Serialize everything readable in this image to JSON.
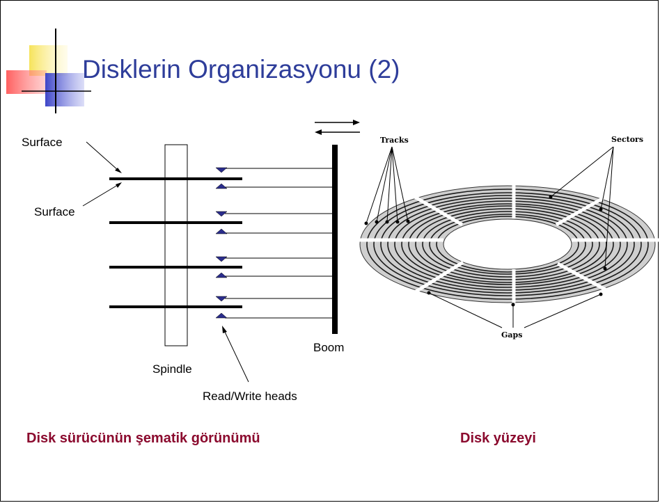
{
  "slide": {
    "title": "Disklerin Organizasyonu (2)"
  },
  "schematic": {
    "label_surface_top": "Surface",
    "label_surface_bottom": "Surface",
    "label_spindle": "Spindle",
    "label_boom": "Boom",
    "label_heads": "Read/Write heads"
  },
  "disk_figure": {
    "label_tracks": "Tracks",
    "label_sectors": "Sectors",
    "label_gaps": "Gaps"
  },
  "captions": {
    "left": "Disk sürücünün şematik görünümü",
    "right": "Disk yüzeyi"
  },
  "colors": {
    "title": "#2e3d9a",
    "caption": "#8b0a2e",
    "head_marker": "#2b2d8c"
  }
}
